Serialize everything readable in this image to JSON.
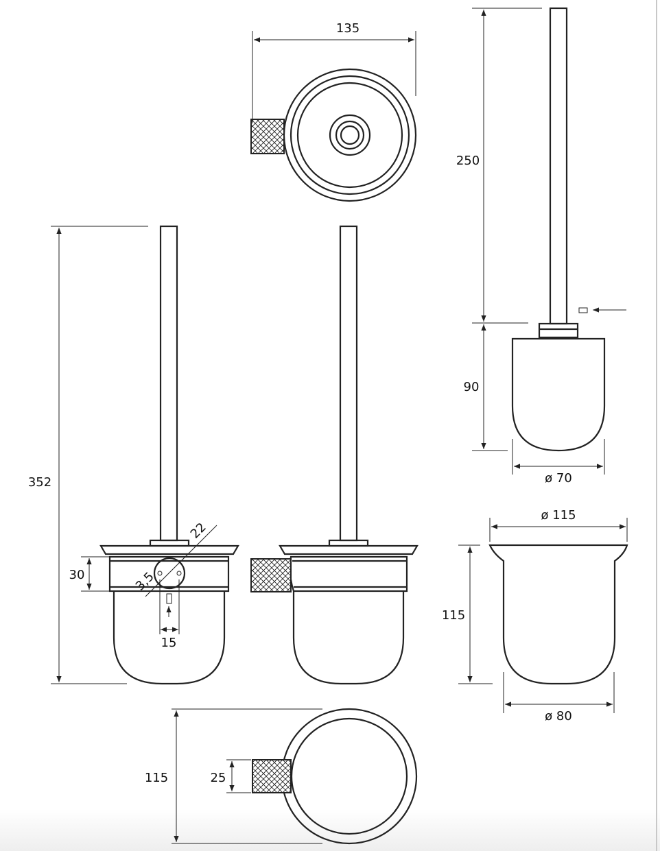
{
  "dimensions": {
    "top_width": "135",
    "overall_height": "352",
    "brush_handle_length": "250",
    "brush_head_height": "90",
    "brush_head_diameter": "ø 70",
    "bowl_top_diameter": "ø 115",
    "bowl_height": "115",
    "bowl_bottom_diameter": "ø 80",
    "holder_ring_height": "30",
    "mount_width": "15",
    "circle_diameter": "22",
    "hole_diameter": "3,5",
    "bottom_view_depth": "115",
    "knurl_height": "25"
  }
}
